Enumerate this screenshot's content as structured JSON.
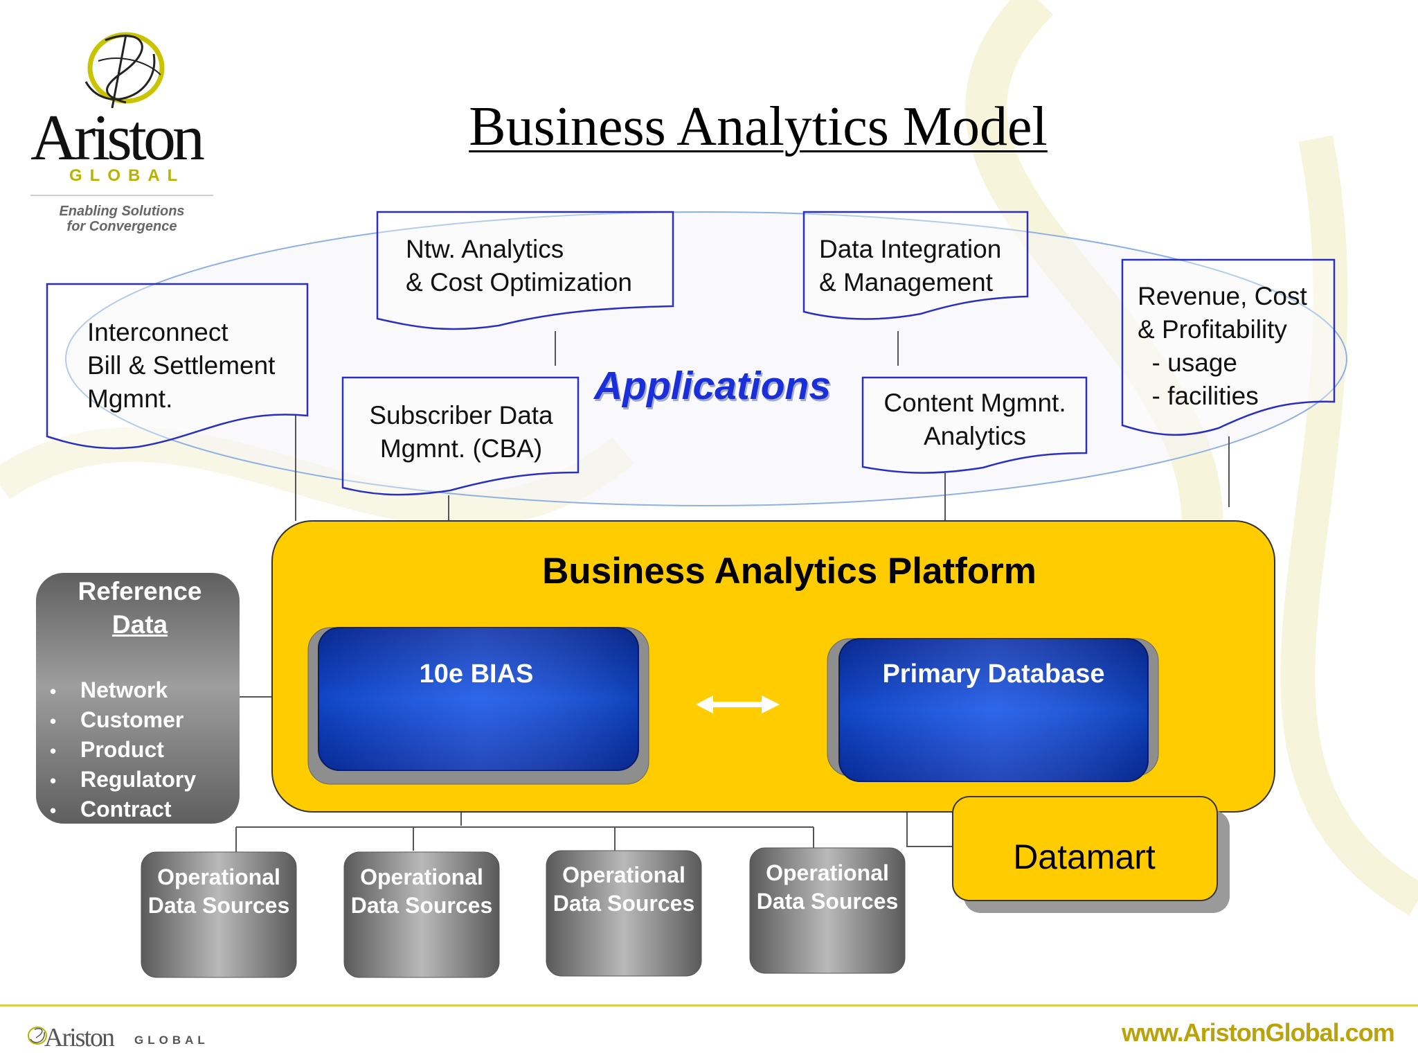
{
  "logo": {
    "name": "Ariston",
    "global": "GLOBAL",
    "tagline": "Enabling Solutions\nfor Convergence"
  },
  "title": "Business Analytics Model",
  "applications": {
    "label": "Applications",
    "items": [
      {
        "text": "Interconnect\nBill & Settlement\nMgmnt."
      },
      {
        "text": "Ntw. Analytics\n& Cost Optimization"
      },
      {
        "text": "Subscriber Data\nMgmnt. (CBA)"
      },
      {
        "text": "Data Integration\n& Management"
      },
      {
        "text": "Content Mgmnt.\nAnalytics"
      },
      {
        "text": "Revenue, Cost\n& Profitability\n  - usage\n  - facilities"
      }
    ]
  },
  "platform": {
    "title": "Business Analytics Platform",
    "bias": "10e BIAS",
    "primary_db": "Primary Database"
  },
  "reference_data": {
    "title": "Reference",
    "subtitle": "Data",
    "items": [
      "Network",
      "Customer",
      "Product",
      "Regulatory",
      "Contract"
    ]
  },
  "operational_sources": [
    {
      "label": "Operational\nData Sources"
    },
    {
      "label": "Operational\nData Sources"
    },
    {
      "label": "Operational\nData Sources"
    },
    {
      "label": "Operational\nData Sources"
    }
  ],
  "datamart": "Datamart",
  "footer": {
    "logo": "Ariston",
    "global": "GLOBAL",
    "url": "www.AristonGlobal.com"
  },
  "colors": {
    "platform_fill": "#ffcc00",
    "blue_box": "#0a3fd0",
    "doc_border": "#2a2fc0",
    "ellipse_stroke": "#8fb0e0",
    "footer_url": "#b9a20a"
  }
}
